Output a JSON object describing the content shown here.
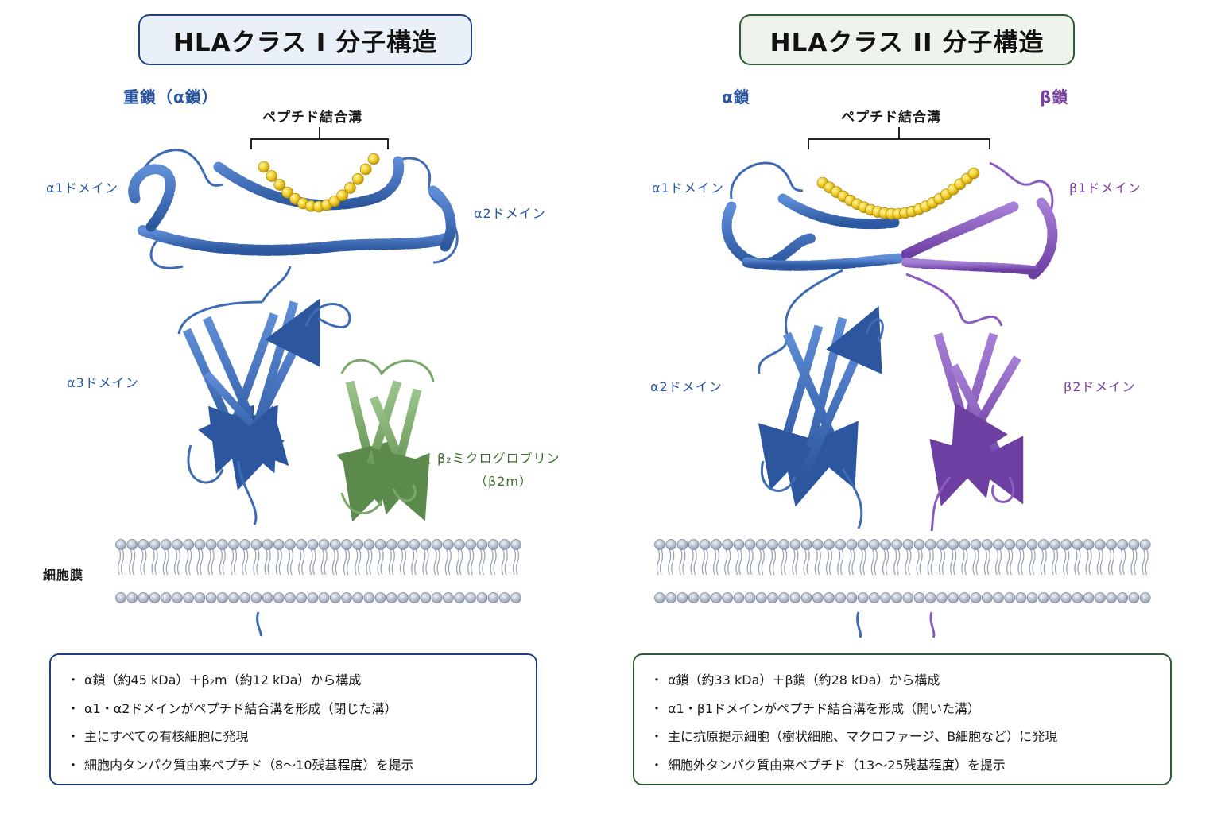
{
  "class1": {
    "title": "HLAクラス I 分子構造",
    "chain_label": "重鎖（α鎖）",
    "groove_label": "ペプチド結合溝",
    "domains": {
      "a1": "α1ドメイン",
      "a2": "α2ドメイン",
      "a3": "α3ドメイン",
      "b2m_line1": "β₂ミクログロブリン",
      "b2m_line2": "（β2m）"
    },
    "membrane_label": "細胞膜",
    "bullets": [
      "α鎖（約45 kDa）＋β₂m（約12 kDa）から構成",
      "α1・α2ドメインがペプチド結合溝を形成（閉じた溝）",
      "主にすべての有核細胞に発現",
      "細胞内タンパク質由来ペプチド（8～10残基程度）を提示"
    ]
  },
  "class2": {
    "title": "HLAクラス II 分子構造",
    "alpha_label": "α鎖",
    "beta_label": "β鎖",
    "groove_label": "ペプチド結合溝",
    "domains": {
      "a1": "α1ドメイン",
      "a2": "α2ドメイン",
      "b1": "β1ドメイン",
      "b2": "β2ドメイン"
    },
    "bullets": [
      "α鎖（約33 kDa）＋β鎖（約28 kDa）から構成",
      "α1・β1ドメインがペプチド結合溝を形成（開いた溝）",
      "主に抗原提示細胞（樹状細胞、マクロファージ、B細胞など）に発現",
      "細胞外タンパク質由来ペプチド（13～25残基程度）を提示"
    ]
  },
  "bullet_mark": "・",
  "colors": {
    "alpha_chain": "#3d6cb5",
    "beta_chain": "#8a5cc0",
    "b2m": "#7aa86a",
    "peptide": "#f2cf2a",
    "membrane_head": "#b8c2d2",
    "class1_border": "#1f3f7e",
    "class2_border": "#2f5a36"
  }
}
